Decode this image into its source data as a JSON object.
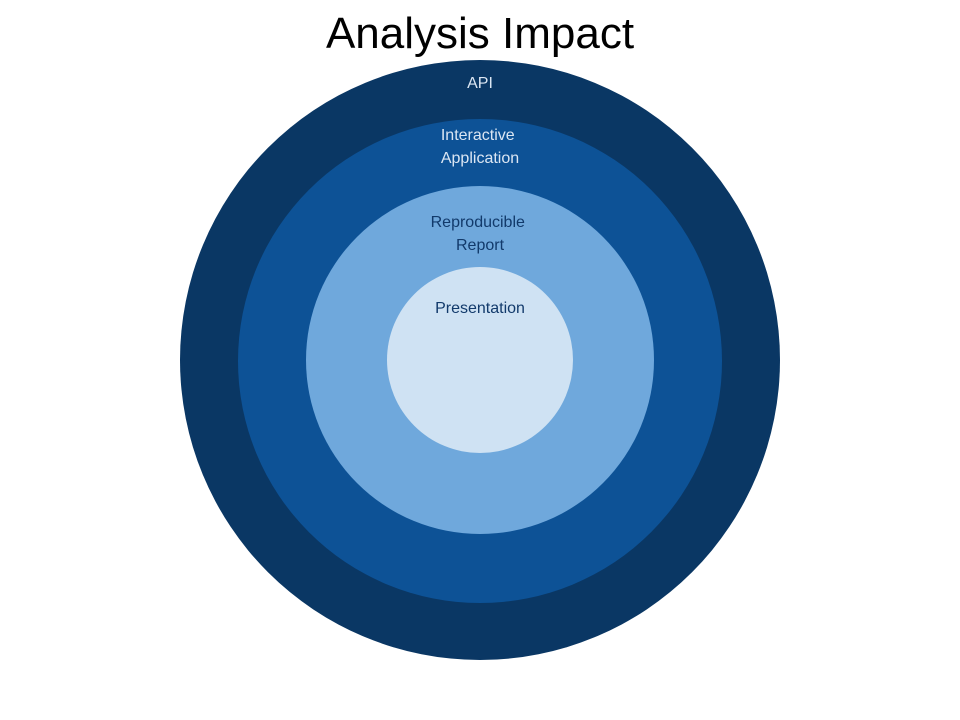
{
  "title": "Analysis Impact",
  "rings": [
    {
      "id": "api",
      "lines": [
        "API"
      ],
      "fill": "#0a3764",
      "text_color": "#dbe6f3"
    },
    {
      "id": "interactive-application",
      "lines": [
        "Interactive",
        "Application"
      ],
      "fill": "#0d5296",
      "text_color": "#dbe6f3"
    },
    {
      "id": "reproducible-report",
      "lines": [
        "Reproducible",
        "Report"
      ],
      "fill": "#6fa8dc",
      "text_color": "#123a6b"
    },
    {
      "id": "presentation",
      "lines": [
        "Presentation"
      ],
      "fill": "#cfe2f3",
      "text_color": "#123a6b"
    }
  ]
}
